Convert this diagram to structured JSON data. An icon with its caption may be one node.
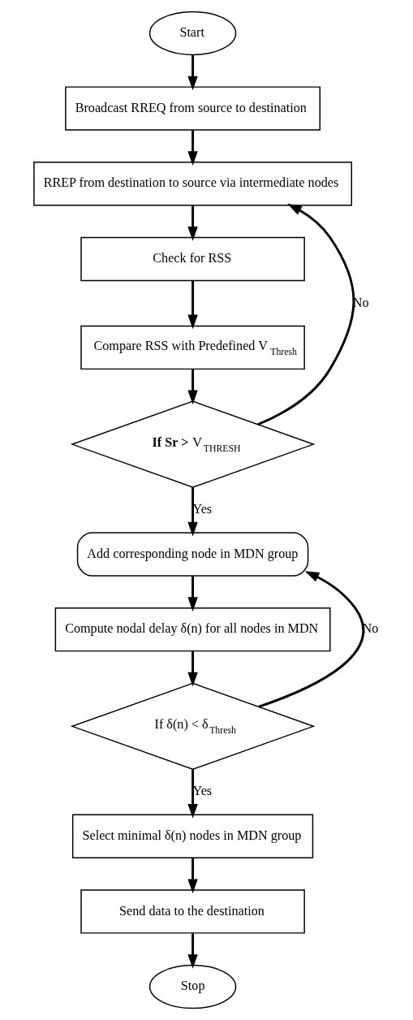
{
  "diagram": {
    "nodes": [
      {
        "text": [
          "Start"
        ]
      },
      {
        "text": [
          "Broadcast RREQ from source to destination"
        ]
      },
      {
        "text": [
          "RREP from destination to source via intermediate nodes"
        ]
      },
      {
        "text": [
          "Check for RSS"
        ]
      },
      {
        "text": [
          "Compare RSS with Predefined V$_{Thresh}$"
        ]
      },
      {
        "text": [
          "**If Sr >** V$_{THRESH}$"
        ]
      },
      {
        "text": [
          "Add corresponding node in MDN group"
        ]
      },
      {
        "text": [
          "Compute nodal delay δ(n) for all nodes in MDN"
        ]
      },
      {
        "text": [
          "If δ(n) < δ$_{Thresh}$"
        ]
      },
      {
        "text": [
          "Select minimal δ(n) nodes in MDN group"
        ]
      },
      {
        "text": [
          "Send data to the destination"
        ]
      },
      {
        "text": [
          "Stop"
        ]
      }
    ],
    "edges": [
      {
        "from": 0,
        "to": 1,
        "arrow": "to"
      },
      {
        "from": 1,
        "to": 2,
        "arrow": "to"
      },
      {
        "from": 2,
        "to": 3,
        "arrow": "to"
      },
      {
        "from": 3,
        "to": 4,
        "arrow": "to"
      },
      {
        "from": 4,
        "to": 5,
        "arrow": "to"
      },
      {
        "from": 5,
        "to": 6,
        "arrow": "to",
        "label": "Yes"
      },
      {
        "from": 5,
        "to": 2,
        "arrow": "to",
        "label": "No"
      },
      {
        "from": 6,
        "to": 7,
        "arrow": "to"
      },
      {
        "from": 7,
        "to": 8,
        "arrow": "to"
      },
      {
        "from": 8,
        "to": 9,
        "arrow": "to",
        "label": "Yes"
      },
      {
        "from": 8,
        "to": 6,
        "arrow": "to",
        "label": "No"
      },
      {
        "from": 9,
        "to": 10,
        "arrow": "to"
      },
      {
        "from": 10,
        "to": 11,
        "arrow": "to"
      }
    ]
  }
}
